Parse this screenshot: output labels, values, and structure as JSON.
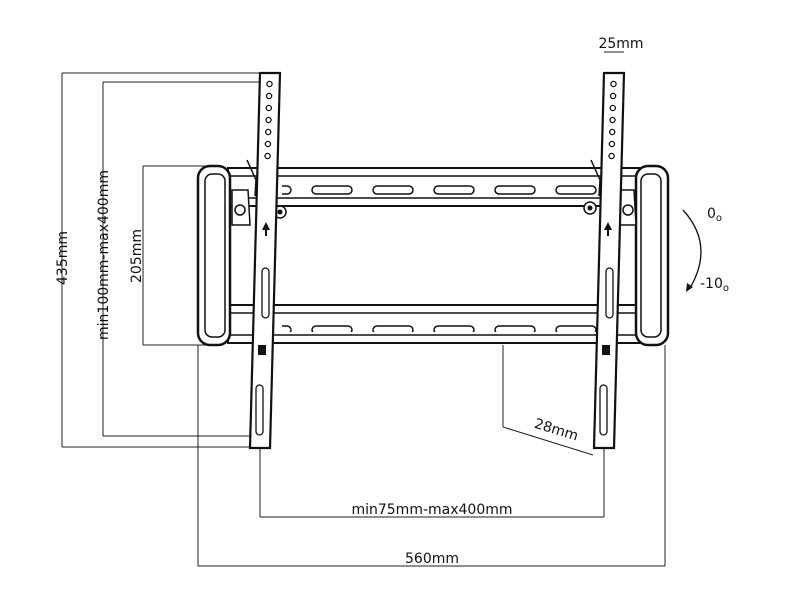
{
  "diagram": {
    "dimensions": {
      "overall_height": "435mm",
      "vertical_hole_spacing": "min100mm-max400mm",
      "wall_plate_height": "205mm",
      "bracket_width": "25mm",
      "wall_distance": "28mm",
      "horizontal_hole_spacing": "min75mm-max400mm",
      "overall_width": "560mm"
    },
    "tilt": {
      "upper_angle": "0",
      "lower_angle": "-10",
      "degree_symbol": "o"
    }
  }
}
